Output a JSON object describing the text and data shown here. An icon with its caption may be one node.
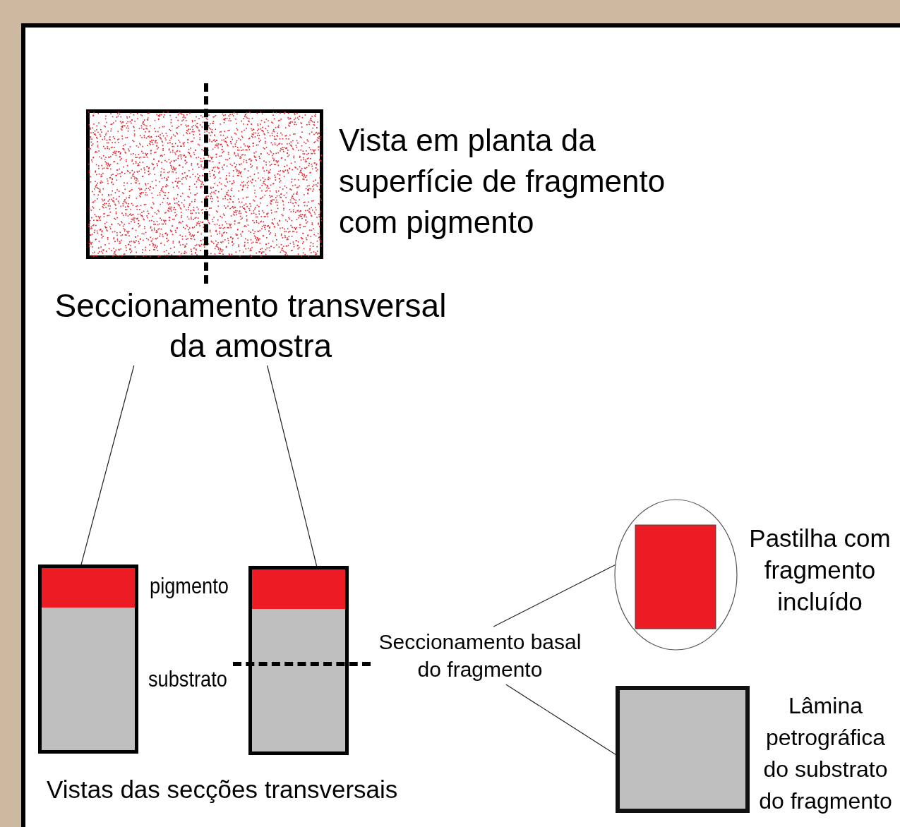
{
  "diagram": {
    "nodes": [
      {
        "text": [],
        "shape": "picture",
        "beside": [
          "Vista em planta da superfície de fragmento com pigmento"
        ]
      },
      {
        "text": [
          "Seccionamento transversal da amostra"
        ]
      },
      {
        "text": [],
        "shape": "bar"
      },
      {
        "text": [],
        "shape": "bar"
      },
      {
        "text": [
          "Seccionamento basal do fragmento"
        ]
      },
      {
        "text": [],
        "shape": "circle",
        "beside": [
          "Pastilha com fragmento incluído"
        ]
      },
      {
        "text": [],
        "shape": "box",
        "beside": [
          "Lâmina petrográfica do substrato do fragmento"
        ]
      }
    ],
    "edges": [
      {
        "from": 1,
        "to": 2,
        "arrow": "none"
      },
      {
        "from": 1,
        "to": 3,
        "arrow": "none"
      },
      {
        "from": 4,
        "to": 5,
        "arrow": "none"
      },
      {
        "from": 4,
        "to": 6,
        "arrow": "none"
      }
    ],
    "labels": [
      "pigmento",
      "substrato",
      "Vistas das secções transversais"
    ]
  }
}
